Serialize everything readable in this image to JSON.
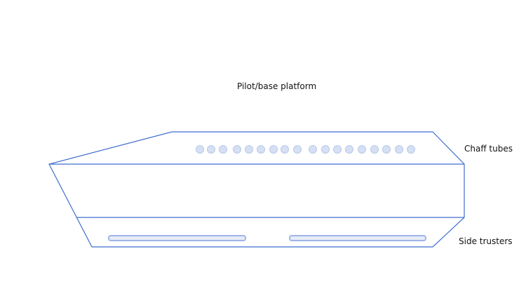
{
  "labels": {
    "title": "Pilot/base platform",
    "chaff": "Chaff tubes",
    "thrusters": "Side trusters"
  },
  "chaff_tube_count": 18,
  "thruster_count": 2,
  "colors": {
    "outline": "#3f6fd0",
    "tube_fill": "#d6e0f4",
    "tube_stroke": "#b7c8ea",
    "thruster": "#9fb6ea"
  }
}
